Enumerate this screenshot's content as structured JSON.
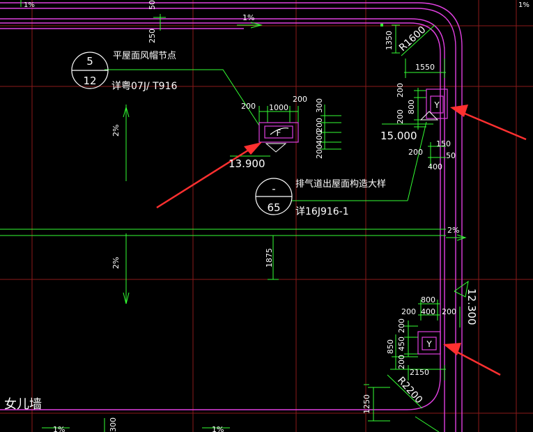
{
  "drawing": {
    "colors": {
      "background": "#000000",
      "wall": "#e040e0",
      "dimension": "#33ff33",
      "grid": "#8b1a1a",
      "text": "#ffffff",
      "arrow": "#ff3030"
    },
    "callout_roof_cap": {
      "num": "5",
      "den": "12",
      "title": "平屋面风帽节点",
      "ref": "详粤07J/ T916"
    },
    "callout_exhaust": {
      "num": "-",
      "den": "65",
      "title": "排气道出屋面构造大样",
      "ref": "详16J916-1"
    },
    "parapet_label": "女儿墙",
    "slopes": {
      "top_center": "1%",
      "top_left": "1%",
      "left_upper": "2%",
      "left_lower": "2%",
      "right": "2%",
      "bottom_left": "1%",
      "bottom_center": "1%",
      "corner": "1%"
    },
    "elevations": {
      "left": "13.900",
      "right": "15.000",
      "rotated": "12.300"
    },
    "flue_labels": {
      "left": "F",
      "right_top": "Y",
      "right_bottom": "Y"
    },
    "dims": {
      "d50_top": "50",
      "d250": "250",
      "d1350": "1350",
      "r1600": "R1600",
      "d1550": "1550",
      "d200_rt_a": "200",
      "d800_rt": "800",
      "d200_rt_b": "200",
      "d200_rt_c": "200",
      "d150": "150",
      "d50_rt": "50",
      "d400_rt": "400",
      "d200_l_a": "200",
      "d1000": "1000",
      "d200_l_b": "200",
      "d300": "300",
      "d200_l_c": "200",
      "d400_l": "400",
      "d200_l_d": "200",
      "d1875": "1875",
      "d800_rb": "800",
      "d400_rb": "400",
      "d200_rb_a": "200",
      "d200_rb_b": "200",
      "d200_rb_c": "200",
      "d850": "850",
      "d450": "450",
      "d200_rb_d": "200",
      "d2150": "2150",
      "r2200": "R2200",
      "d1250": "1250",
      "d300_bot": "300"
    }
  }
}
